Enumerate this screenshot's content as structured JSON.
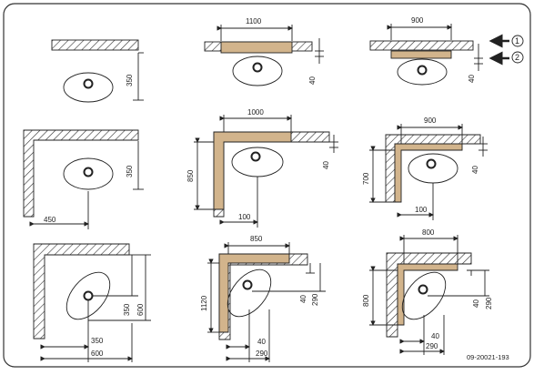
{
  "frame": {
    "border_color": "#333333",
    "background": "#ffffff"
  },
  "colors": {
    "wood": "#d2b48c",
    "ink": "#222222",
    "hatch": "#333333"
  },
  "markers": {
    "m1": "1",
    "m2": "2"
  },
  "figure_id": "09-20021-193",
  "dims": {
    "r1c1_v": "350",
    "r1c2_top": "1100",
    "r1c2_v": "40",
    "r1c3_top": "900",
    "r1c3_v": "40",
    "r2c1_v": "350",
    "r2c1_bottom": "450",
    "r2c2_top": "1000",
    "r2c2_left": "850",
    "r2c2_v": "40",
    "r2c2_bottom": "100",
    "r2c3_top": "900",
    "r2c3_left": "700",
    "r2c3_v": "40",
    "r2c3_bottom": "100",
    "r3c1_v1": "350",
    "r3c1_v2": "600",
    "r3c1_b1": "350",
    "r3c1_b2": "600",
    "r3c2_top": "850",
    "r3c2_left": "1120",
    "r3c2_v1": "40",
    "r3c2_v2": "290",
    "r3c2_b1": "40",
    "r3c2_b2": "290",
    "r3c3_top": "800",
    "r3c3_left": "800",
    "r3c3_v1": "40",
    "r3c3_v2": "290",
    "r3c3_b1": "40",
    "r3c3_b2": "290"
  }
}
